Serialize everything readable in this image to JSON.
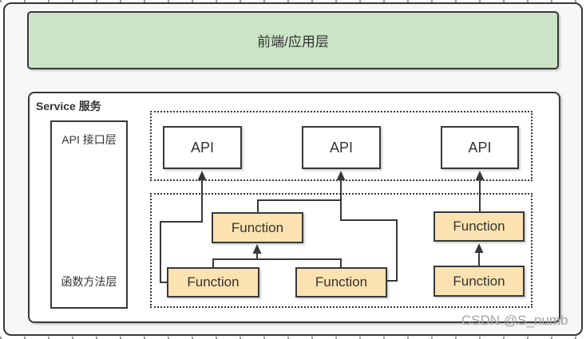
{
  "frontend_layer": {
    "label": "前端/应用层"
  },
  "service": {
    "title": "Service 服务",
    "side_panel": {
      "api_layer_label": "API 接口层",
      "function_layer_label": "函数方法层"
    },
    "api_boxes": [
      {
        "label": "API"
      },
      {
        "label": "API"
      },
      {
        "label": "API"
      }
    ],
    "function_boxes": [
      {
        "label": "Function"
      },
      {
        "label": "Function"
      },
      {
        "label": "Function"
      },
      {
        "label": "Function"
      },
      {
        "label": "Function"
      }
    ],
    "edges": [
      {
        "from": "function-bottom-left",
        "to": "api-1"
      },
      {
        "from": "function-bottom-left",
        "to": "function-top-middle"
      },
      {
        "from": "function-bottom-middle",
        "to": "function-top-middle"
      },
      {
        "from": "function-top-middle",
        "to": "api-2"
      },
      {
        "from": "function-bottom-middle",
        "to": "api-2"
      },
      {
        "from": "function-bottom-right",
        "to": "function-top-right"
      },
      {
        "from": "function-top-right",
        "to": "api-3"
      }
    ]
  },
  "watermark": "CSDN @S_numb",
  "colors": {
    "frontend_fill": "#cbe4c6",
    "function_fill": "#fbe2b0",
    "line": "#383838",
    "watermark": "#a3a3a3"
  }
}
